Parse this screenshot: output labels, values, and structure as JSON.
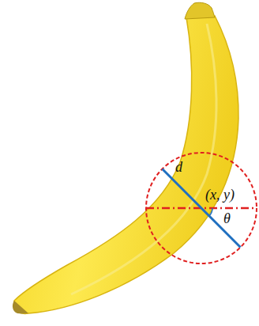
{
  "diagram": {
    "labels": [
      "d",
      "(x, y)",
      "θ"
    ]
  }
}
